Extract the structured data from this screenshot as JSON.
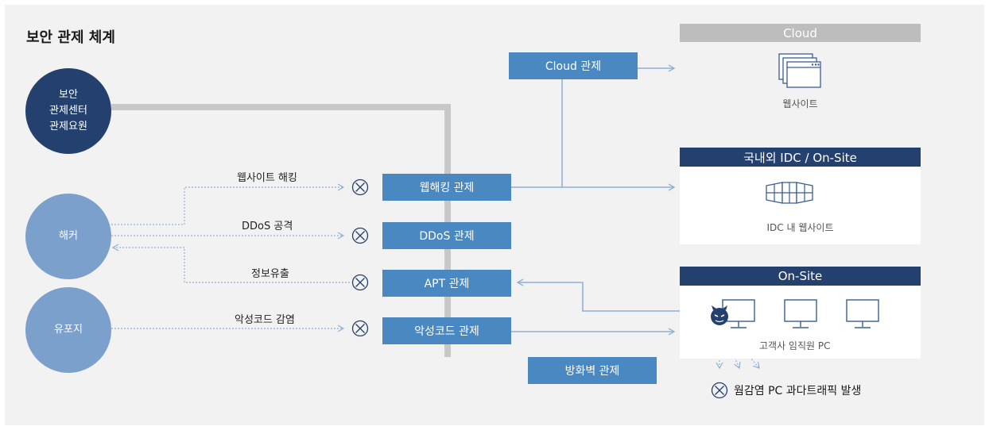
{
  "title": "보안 관제 체계",
  "circles": {
    "soc": [
      "보안",
      "관제센터",
      "관제요원"
    ],
    "hacker": "해커",
    "spreader": "유포지"
  },
  "threats": {
    "web_hack": "웹사이트 해킹",
    "ddos": "DDoS 공격",
    "leak": "정보유출",
    "malware": "악성코드 감염"
  },
  "controls": {
    "cloud": "Cloud 관제",
    "web": "웹해킹 관제",
    "ddos": "DDoS 관제",
    "apt": "APT 관제",
    "malware": "악성코드 관제",
    "firewall": "방화벽 관제"
  },
  "zones": {
    "cloud": {
      "header": "Cloud",
      "caption": "웹사이트"
    },
    "idc": {
      "header": "국내외 IDC / On-Site",
      "caption": "IDC 내 웹사이트"
    },
    "onsite": {
      "header": "On-Site",
      "caption": "고객사 임직원 PC"
    }
  },
  "footer_note": "웜감염 PC 과다트래픽 발생",
  "colors": {
    "navy": "#24406f",
    "control_blue": "#4a88c2",
    "circle_light": "#7ca0cc",
    "cloud_gray": "#bdbdbd",
    "connector": "#8fb0d6",
    "trunk_gray": "#c8c8c8"
  }
}
